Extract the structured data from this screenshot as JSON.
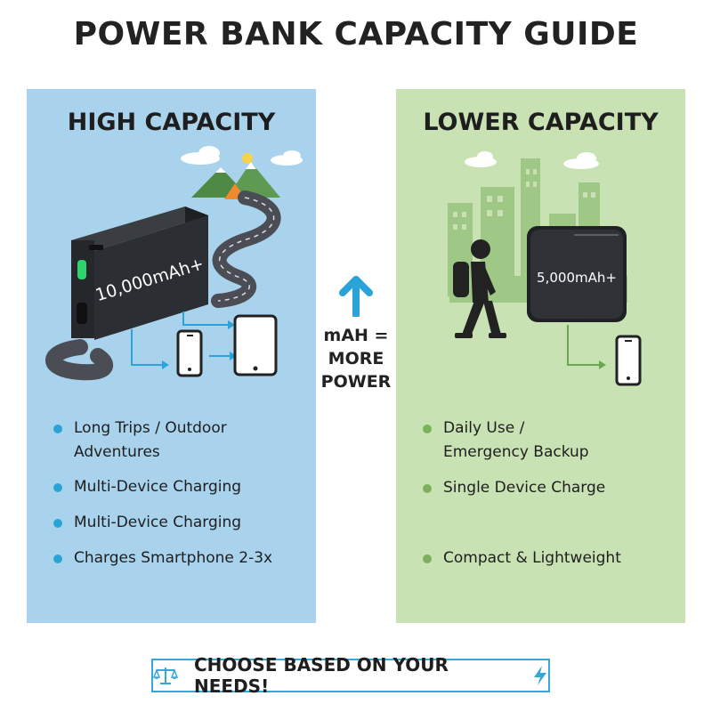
{
  "title": "POWER BANK CAPACITY GUIDE",
  "left": {
    "heading": "HIGH CAPACITY",
    "device_label": "10,000mAh+",
    "bullets": [
      "Long Trips / Outdoor\nAdventures",
      "Multi-Device Charging",
      "Multi-Device Charging",
      "Charges Smartphone 2-3x"
    ],
    "accent": "#2aa3d8",
    "background": "#a9d3ec"
  },
  "center": {
    "label": "mAH =\nMORE\nPOWER",
    "icon": "arrow-up-icon"
  },
  "right": {
    "heading": "LOWER CAPACITY",
    "device_label": "5,000mAh+",
    "bullets": [
      "Daily Use /\nEmergency Backup",
      "Single Device Charge",
      "Compact & Lightweight"
    ],
    "accent": "#7ab15a",
    "background": "#c9e2b4"
  },
  "footer": {
    "text": "CHOOSE BASED ON YOUR NEEDS!",
    "left_icon": "balance-scale-icon",
    "right_icon": "lightning-bolt-icon"
  }
}
